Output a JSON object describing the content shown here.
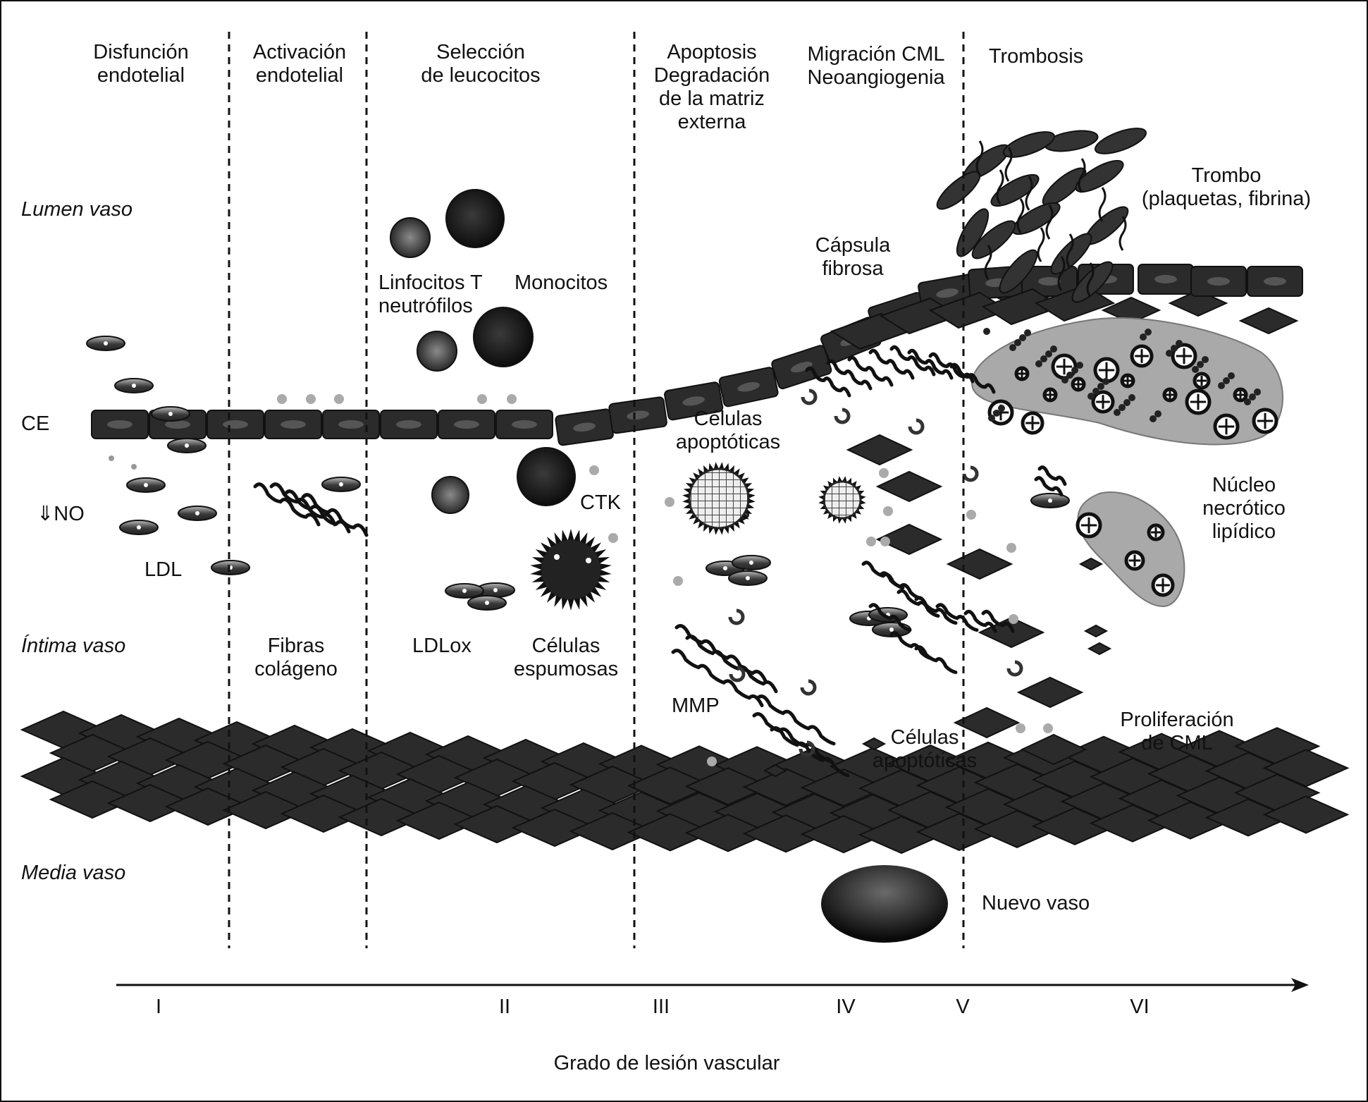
{
  "stages": {
    "s1": [
      "Disfunción",
      "endotelial"
    ],
    "s2": [
      "Activación",
      "endotelial"
    ],
    "s3": [
      "Selección",
      "de leucocitos"
    ],
    "s4": [
      "Apoptosis",
      "Degradación",
      "de la matriz",
      "externa"
    ],
    "s5": [
      "Migración CML",
      "Neoangiogenia"
    ],
    "s6": [
      "Trombosis"
    ]
  },
  "layers": {
    "lumen": "Lumen vaso",
    "intima": "Íntima vaso",
    "media": "Media vaso"
  },
  "labels": {
    "ce": "CE",
    "no": "⇓NO",
    "ldl": "LDL",
    "fibras": [
      "Fibras",
      "colágeno"
    ],
    "linfocitos": [
      "Linfocitos T",
      "neutrófilos"
    ],
    "monocitos": "Monocitos",
    "ctk": "CTK",
    "ldlox": "LDLox",
    "espumosas": [
      "Células",
      "espumosas"
    ],
    "apoptoticas1": [
      "Células",
      "apoptóticas"
    ],
    "mmp": "MMP",
    "apoptoticas2": [
      "Células",
      "apoptóticas"
    ],
    "capsula": [
      "Cápsula",
      "fibrosa"
    ],
    "trombo": [
      "Trombo",
      "(plaquetas, fibrina)"
    ],
    "nucleo": [
      "Núcleo",
      "necrótico",
      "lipídico"
    ],
    "proliferacion": [
      "Proliferación",
      "de CML"
    ],
    "nuevo_vaso": "Nuevo vaso"
  },
  "axis": {
    "ticks": [
      "I",
      "II",
      "III",
      "IV",
      "V",
      "VI"
    ],
    "title": "Grado de lesión vascular"
  },
  "colors": {
    "cell_dark": "#2b2b2b",
    "cell_nucleus": "#555555",
    "lipid_gray": "#a9a9a9",
    "small_dot": "#aaaaaa",
    "border": "#111111"
  }
}
